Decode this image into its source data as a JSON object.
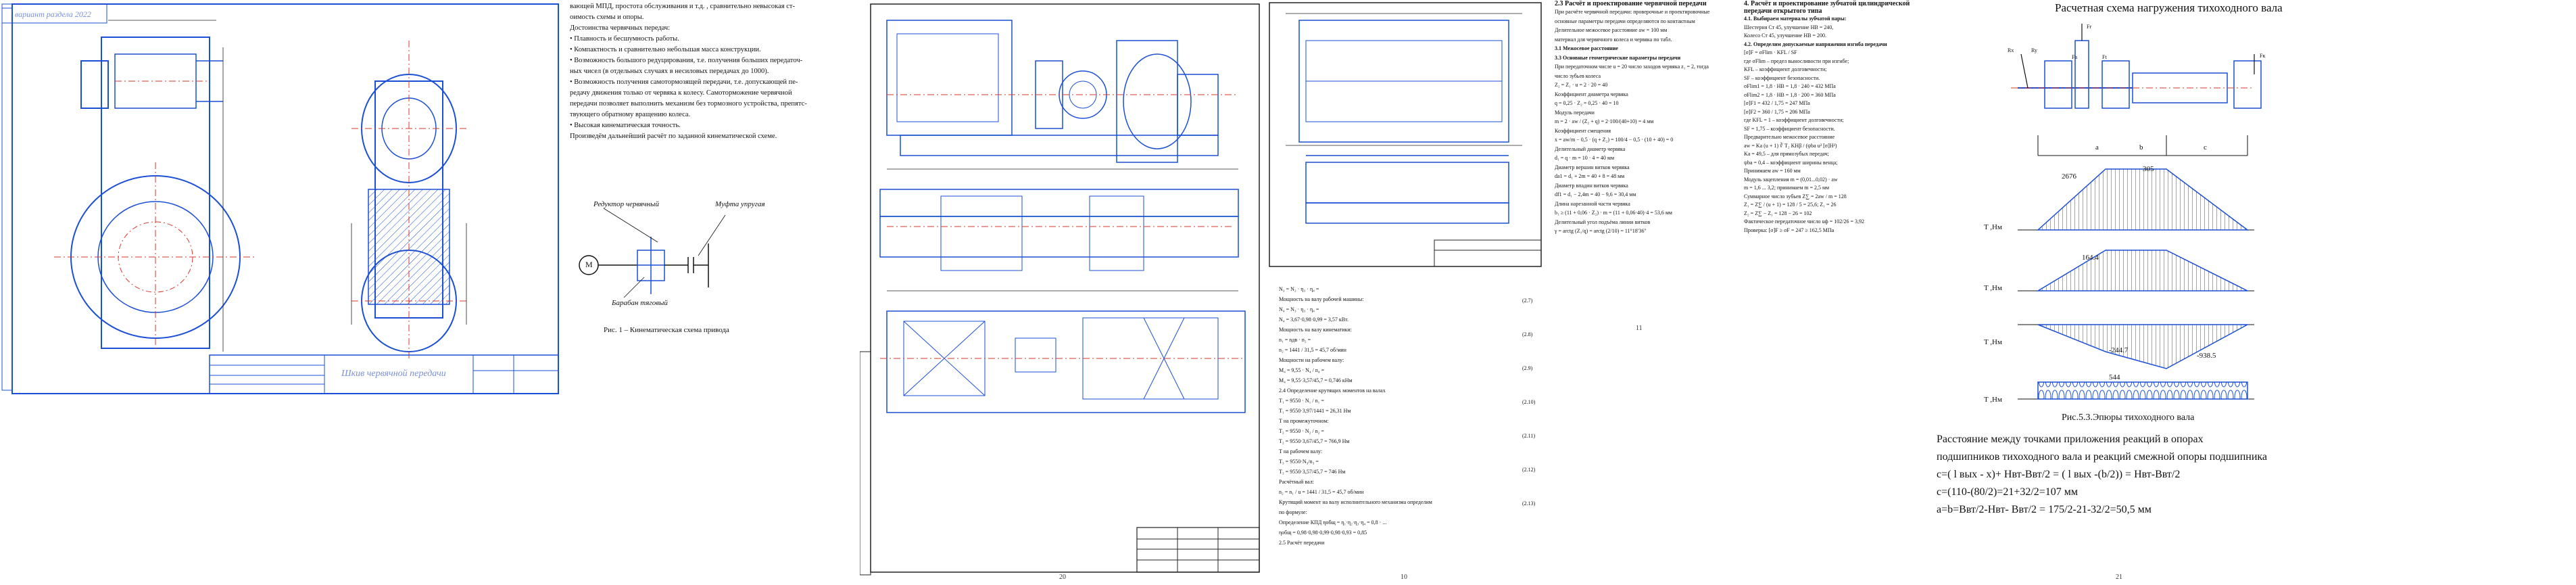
{
  "panel_a": {
    "title_stamp": "Шкив червячной передачи",
    "corner_label": "вариант раздела 2022"
  },
  "panel_b": {
    "lines": [
      "вающей МПД, простота обслуживания и т.д. , сравнительно невысокая ст-",
      "оимость схемы и опоры.",
      "Достоинства червячных передач:",
      "• Плавность и бесшумность работы.",
      "• Компактность и сравнительно небольшая масса конструкции.",
      "• Возможность большого редуцирования, т.е. получения больших передаточ-",
      "ных чисел (в отдельных случаях в несиловых передачах до 1000).",
      "• Возможность получения самотормозящей передачи, т.е. допускающей пе-",
      "редачу движения только от червяка к колесу. Самоторможение червячной",
      "передачи позволяет выполнить механизм без тормозного устройства, препятс-",
      "твующего обратному вращению колеса.",
      "• Высокая кинематическая точность.",
      "",
      "Произведём дальнейший расчёт по заданной кинематической схеме."
    ],
    "scheme_labels": {
      "reducer": "Редуктор червячный",
      "coupling": "Муфта упругая",
      "drum": "Барабан тяговый"
    },
    "figure_caption": "Рис. 1 – Кинематическая схема привода",
    "motor_label": "М"
  },
  "panel_c": {
    "page_number": "20"
  },
  "panel_d": {
    "formula_lines": [
      "N₃ = N₂ · η₃ · η₄ =",
      "Мощность на валу рабочей машины:",
      "N₄ = N₃ · η₃ · η₄ =",
      "N₄ = 3,67·0,98·0,99 = 3,57 кВт.",
      "Мощность на валу кинематики:",
      "n₁ = nдв · n₂ =",
      "n₂ = 1441 / 31,5 = 45,7 об/мин",
      "Мощности на рабочем валу:",
      "M₄ = 9,55 · N₄ / n₄ =",
      "M₄ = 9,55·3,57/45,7 = 0,746 кНм",
      "2.4 Определение крутящих моментов на валах",
      "T₁ = 9550 · N₁ / n₁ =",
      "T₁ = 9550·3,97/1441 = 26,31 Нм",
      "Т на промежуточном:",
      "T₂ = 9550 · N₂ / n₂ =",
      "T₂ = 9550·3,67/45,7 = 766,9 Нм",
      "Т на рабочем валу:",
      "T₃ = 9550·N₃/n₃ =",
      "T₃ = 9550·3,57/45,7 = 746 Нм",
      "Расчётный вал:",
      "n₂ = n₁ / u = 1441 / 31,5 = 45,7 об/мин",
      "Крутящий момент на валу исполнительного механизма определим",
      "по формуле:",
      "Определение КПД ηобщ = η₁·η₂·η₃·η₄ = 0,8 · ...",
      "ηобщ = 0,98·0,98·0,99·0,98·0,93 = 0,85",
      "2.5 Расчёт передачи"
    ],
    "eq_numbers": [
      "(2.7)",
      "(2.8)",
      "(2.9)",
      "(2.10)",
      "(2.11)",
      "(2.12)",
      "(2.13)"
    ],
    "page_number": "10"
  },
  "panel_e": {
    "left_heading": "2.3 Расчёт и проектирование червячной передачи",
    "left_lines": [
      "При расчёте червячной передачи: проверочные и проектировочные",
      "основные параметры передачи определяются по контактным",
      "Делительное межосевое расстояние aw = 100 мм",
      "материал для червячного колеса и червяка по табл.",
      "3.1 Межосевое расстояние",
      "3.3 Основные геометрические параметры передачи",
      "При передаточном числе u = 20 число заходов червяка z₁ = 2, тогда",
      "число зубьев колеса",
      "Z₂ = Z₁ · u = 2 · 20 = 40",
      "Коэффициент диаметра червяка",
      "q = 0,25 · Z₂ = 0,25 · 40 = 10",
      "Модуль передачи",
      "m = 2 · aw / (Z₂ + q) = 2·100/(40+10) = 4 мм",
      "Коэффициент смещения",
      "x = aw/m − 0,5 · (q + Z₂) = 100/4 − 0,5 · (10 + 40) = 0",
      "Делительный диаметр червяка",
      "d₁ = q · m = 10 · 4 = 40 мм",
      "Диаметр вершин витков червяка",
      "da1 = d₁ + 2m = 40 + 8 = 48 мм",
      "Диаметр впадин витков червяка",
      "df1 = d₁ − 2,4m = 40 − 9,6 = 30,4 мм",
      "Длина нарезанной части червяка",
      "b₁ ≥ (11 + 0,06 · Z₂) · m = (11 + 0,06·40)·4 = 53,6 мм",
      "Делительный угол подъёма линии витков",
      "γ = arctg (Z₁/q) = arctg (2/10) = 11°18′36″"
    ],
    "right_heading": "4. Расчёт и проектирование зубчатой цилиндрической передачи открытого типа",
    "right_lines": [
      "4.1. Выбираем материалы зубчатой пары:",
      "Шестерня Ст 45, улучшение HB = 240,",
      "Колесо Ст 45, улучшение HB = 200.",
      "4.2. Определим допускаемые напряжения изгиба передачи",
      "[σ]F = σFlim · KFL / SF",
      "где σFlim – предел выносливости при изгибе;",
      "KFL – коэффициент долговечности;",
      "SF – коэффициент безопасности.",
      "σFlim1 = 1,8 · HB = 1,8 · 240 = 432 МПа",
      "σFlim2 = 1,8 · HB = 1,8 · 200 = 360 МПа",
      "[σ]F1 = 432 / 1,75 = 247 МПа",
      "[σ]F2 = 360 / 1,75 = 206 МПа",
      "где KFL = 1 – коэффициент долговечности;",
      "SF = 1,75 – коэффициент безопасности.",
      "Предварительно межосевое расстояние",
      "aw = Ka (u + 1) ∛ T₂ KHβ / (ψba u² [σ]H²)",
      "Ka = 49,5 – для прямозубых передач;",
      "ψba = 0,4 – коэффициент ширины венца;",
      "Принимаем aw = 160 мм",
      "Модуль зацепления m = (0,01...0,02) · aw",
      "m = 1,6 ... 3,2; принимаем m = 2,5 мм",
      "Суммарное число зубьев Z∑ = 2aw / m = 128",
      "Z₁ = Z∑ / (u + 1) = 128 / 5 = 25,6; Z₁ = 26",
      "Z₂ = Z∑ − Z₁ = 128 − 26 = 102",
      "Фактическое передаточное число uф = 102/26 = 3,92",
      "Проверка: [σ]F ≥ σF = 247 ≥ 162,5 МПа"
    ],
    "page_number": "11"
  },
  "panel_f": {
    "title": "Расчетная схема нагружения тихоходного вала",
    "dim_labels": [
      "a",
      "b",
      "c"
    ],
    "moment_values": [
      "2676",
      "305",
      "164.4",
      "-244.7",
      "-938.5",
      "544"
    ],
    "axis_labels": [
      "T ,Нм",
      "T ,Нм",
      "T ,Нм",
      "T ,Нм"
    ],
    "force_labels": [
      "Fr",
      "Fa",
      "Ft",
      "Rx",
      "Ry",
      "Fк"
    ],
    "caption": "Рис.5.3.Эпюры тихоходного вала",
    "body_lines": [
      "Расстояние между точками приложения реакций в опорах",
      "подшипников тихоходного вала  и реакций смежной опоры подшипника",
      "c=( l вых - х)+ Hвт-Bвт/2 = ( l вых -(b/2)) = Hвт-Bвт/2",
      "c=(110-(80/2)=21+32/2=107 мм",
      "a=b=Bвт/2-Hвт- Bвт/2 = 175/2-21-32/2=50,5 мм"
    ],
    "page_number": "21"
  },
  "colors": {
    "drawing_blue": "#1a4fd6",
    "axis_red": "#d43a2a",
    "dim_black": "#222222"
  }
}
